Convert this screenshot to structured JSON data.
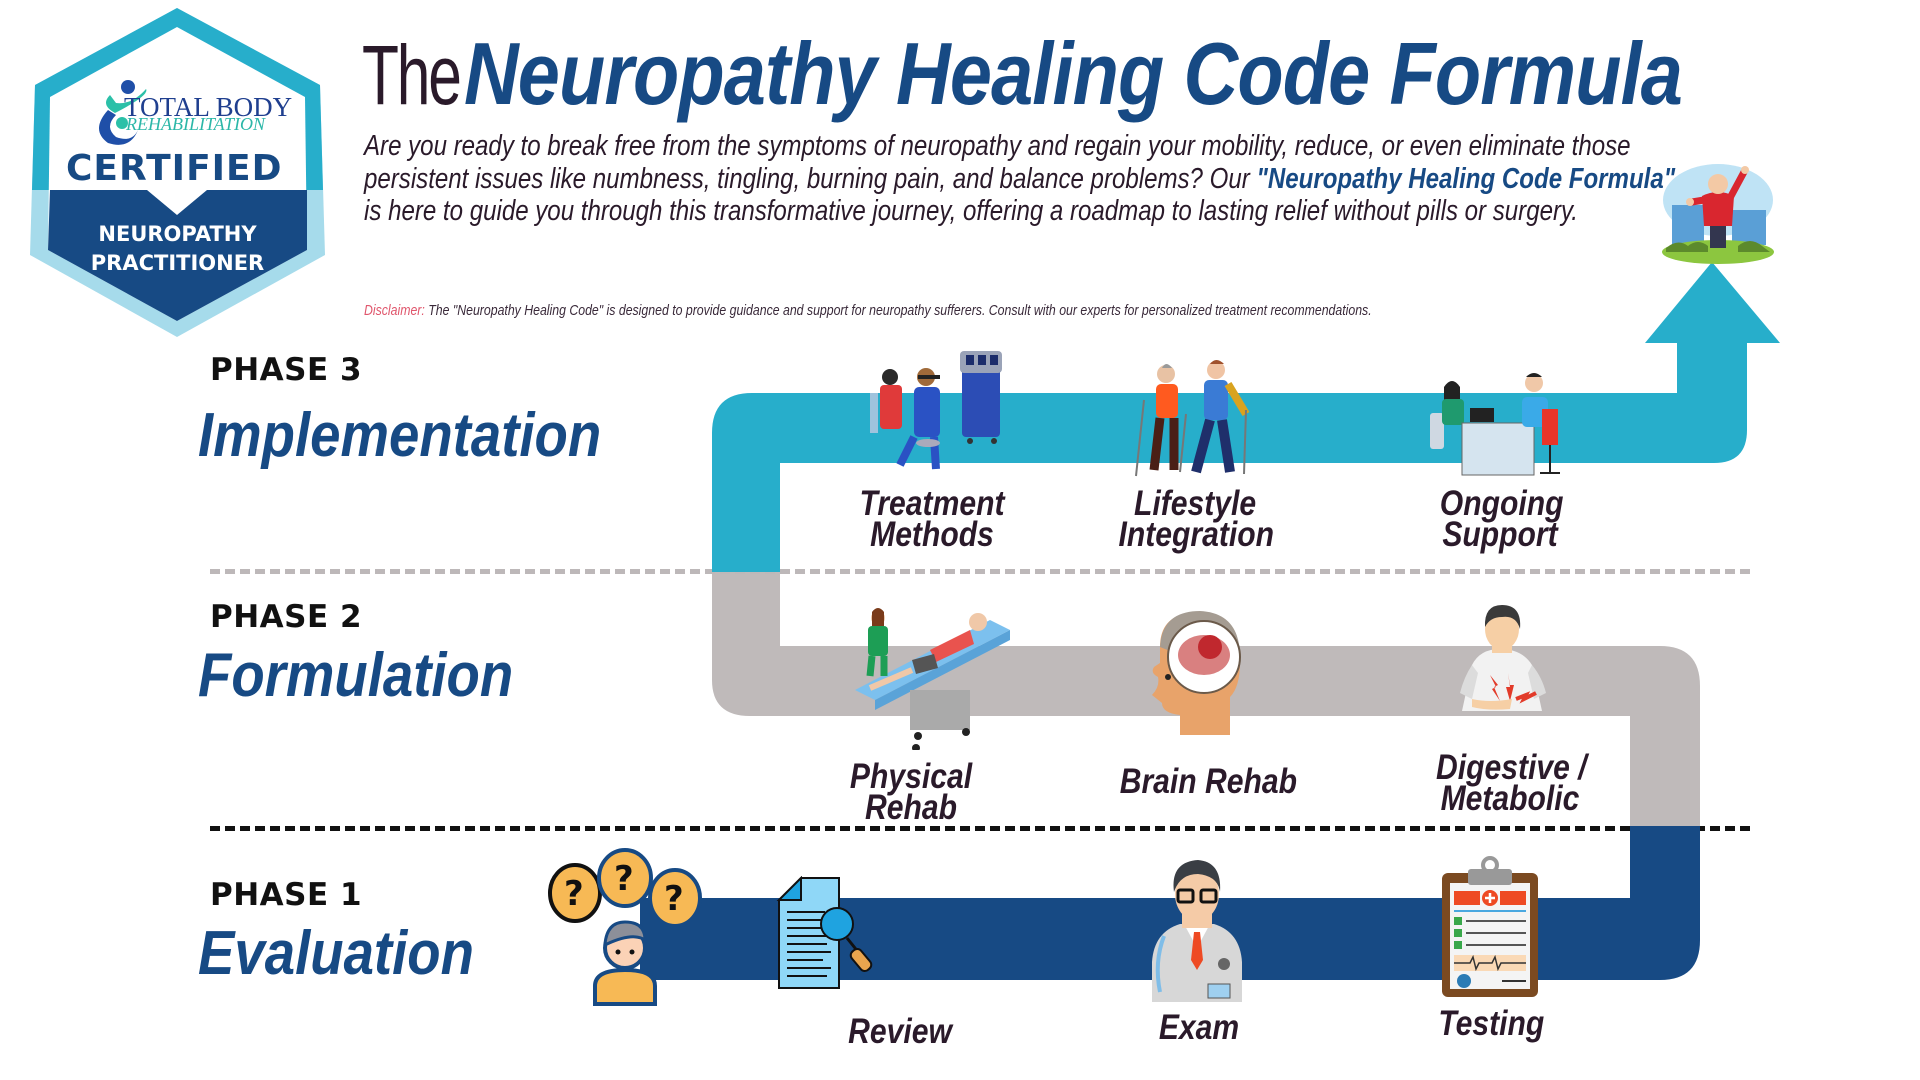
{
  "badge": {
    "brand_line1": "TOTAL BODY",
    "brand_line2": "REHABILITATION",
    "certified": "CERTIFIED",
    "role_line1": "NEUROPATHY",
    "role_line2": "PRACTITIONER"
  },
  "header": {
    "title_prefix": "The",
    "title_main": "Neuropathy Healing Code Formula",
    "intro_part1": "Are you ready to break free from the symptoms of neuropathy and regain your mobility, reduce, or even eliminate those persistent issues like numbness, tingling, burning pain, and balance problems? Our ",
    "intro_highlight": "\"Neuropathy Healing Code Formula\"",
    "intro_part2": " is here to guide you through this transformative journey, offering a roadmap to lasting relief without pills or surgery.",
    "disclaimer_label": "Disclaimer:",
    "disclaimer_text": " The \"Neuropathy Healing Code\" is designed to provide guidance and support for neuropathy sufferers. Consult with our experts for personalized treatment recommendations."
  },
  "colors": {
    "brand_blue": "#174a84",
    "teal": "#27aecb",
    "gray_path": "#bfbaba",
    "disclaimer_red": "#e0576d",
    "text_dark": "#2a1a2a"
  },
  "phases": [
    {
      "number": "PHASE 3",
      "name": "Implementation",
      "path_color": "#27aecb",
      "steps": [
        {
          "label_line1": "Treatment",
          "label_line2": "Methods",
          "icon": "treatment-clinic-icon"
        },
        {
          "label_line1": "Lifestyle",
          "label_line2": "Integration",
          "icon": "nordic-walking-couple-icon"
        },
        {
          "label_line1": "Ongoing",
          "label_line2": "Support",
          "icon": "consultation-desk-icon"
        }
      ]
    },
    {
      "number": "PHASE 2",
      "name": "Formulation",
      "path_color": "#bfbaba",
      "steps": [
        {
          "label_line1": "Physical",
          "label_line2": "Rehab",
          "icon": "physiotherapy-table-icon"
        },
        {
          "label_line1": "Brain Rehab",
          "label_line2": "",
          "icon": "brain-head-icon"
        },
        {
          "label_line1": "Digestive /",
          "label_line2": "Metabolic",
          "icon": "stomach-pain-icon"
        }
      ]
    },
    {
      "number": "PHASE 1",
      "name": "Evaluation",
      "path_color": "#174a84",
      "steps": [
        {
          "label_line1": "Review",
          "label_line2": "",
          "icon": "document-magnifier-icon"
        },
        {
          "label_line1": "Exam",
          "label_line2": "",
          "icon": "doctor-icon"
        },
        {
          "label_line1": "Testing",
          "label_line2": "",
          "icon": "medical-clipboard-icon"
        }
      ]
    }
  ],
  "start_icon": "questioning-person-icon",
  "goal_icon": "happy-senior-icon"
}
